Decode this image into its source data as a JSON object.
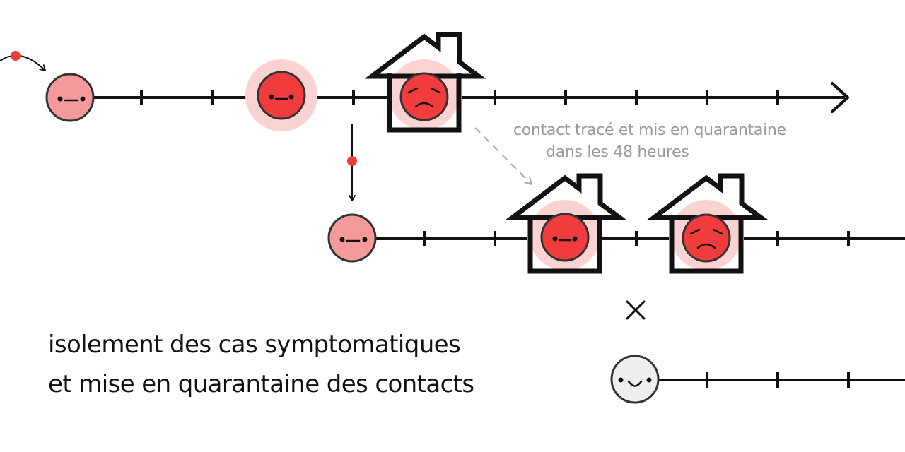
{
  "annotation": {
    "line1": "contact tracé et mis en quarantaine",
    "line2": "dans les 48 heures"
  },
  "caption": {
    "line1": "isolement des cas symptomatiques",
    "line2": "et mise en quarantaine des contacts"
  },
  "colors": {
    "line": "#111111",
    "infected_light": "#f59a9a",
    "infected_strong": "#f03c3c",
    "infectious_halo": "#fbd2d2",
    "transmission_dot": "#f03c3c",
    "healthy": "#eeeeee",
    "annotation_arrow": "#a8a8a8"
  },
  "icons": {
    "timeline_arrow": "arrow-right-icon",
    "transmission": "curved-arrow-icon",
    "quarantine": "house-icon",
    "blocked": "cross-icon"
  },
  "faces": {
    "row1": [
      "neutral-face-icon",
      "neutral-face-icon",
      "sad-face-icon"
    ],
    "row2": [
      "neutral-face-icon",
      "neutral-face-icon",
      "sad-face-icon"
    ],
    "row3": [
      "smiling-face-icon"
    ]
  }
}
